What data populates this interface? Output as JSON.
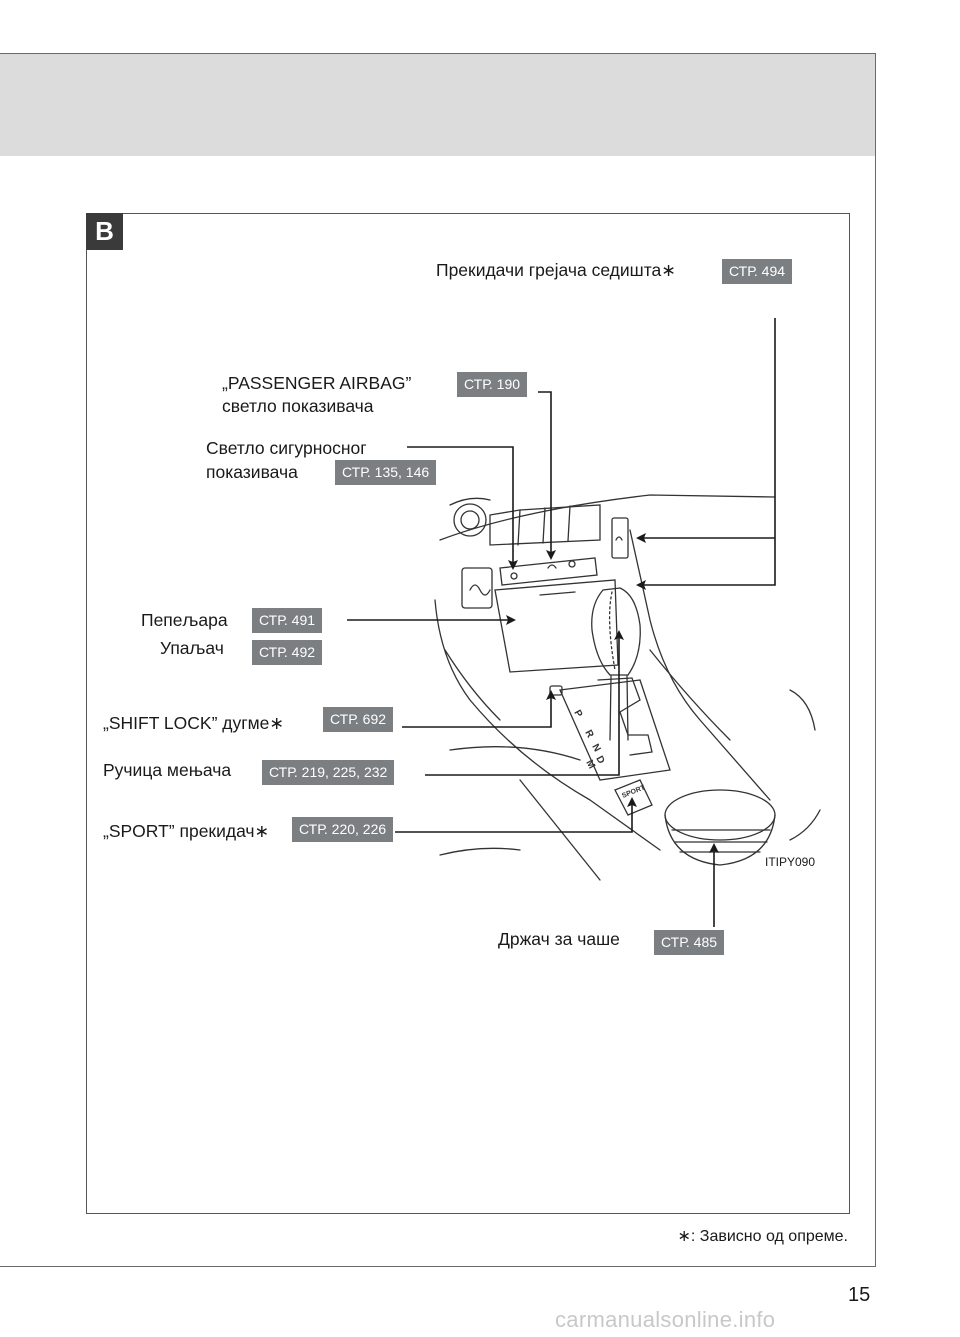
{
  "section": {
    "badge": "B"
  },
  "labels": {
    "seat_heater": "Прекидачи грејача седишта∗",
    "passenger_airbag_line1": "„PASSENGER AIRBAG”",
    "passenger_airbag_line2": "светло показивача",
    "security_line1": "Светло сигурносног",
    "security_line2": "показивача",
    "ashtray": "Пепељара",
    "lighter": "Упаљач",
    "shift_lock": "„SHIFT LOCK” дугме∗",
    "shift_lever": "Ручица мењача",
    "sport": "„SPORT” прекидач∗",
    "cup_holder": "Држач за чаше"
  },
  "refs": {
    "seat_heater": "СТР. 494",
    "passenger_airbag": "СТР. 190",
    "security": "СТР. 135, 146",
    "ashtray": "СТР. 491",
    "lighter": "СТР. 492",
    "shift_lock": "СТР. 692",
    "shift_lever": "СТР. 219, 225, 232",
    "sport": "СТР. 220, 226",
    "cup_holder": "СТР. 485"
  },
  "illustration": {
    "code": "ITIPY090",
    "gear_positions": [
      "P",
      "R",
      "N",
      "D",
      "M"
    ],
    "sport_button": "SPORT"
  },
  "footnote": "∗: Зависно од опреме.",
  "page_number": "15",
  "watermark": "carmanualsonline.info"
}
